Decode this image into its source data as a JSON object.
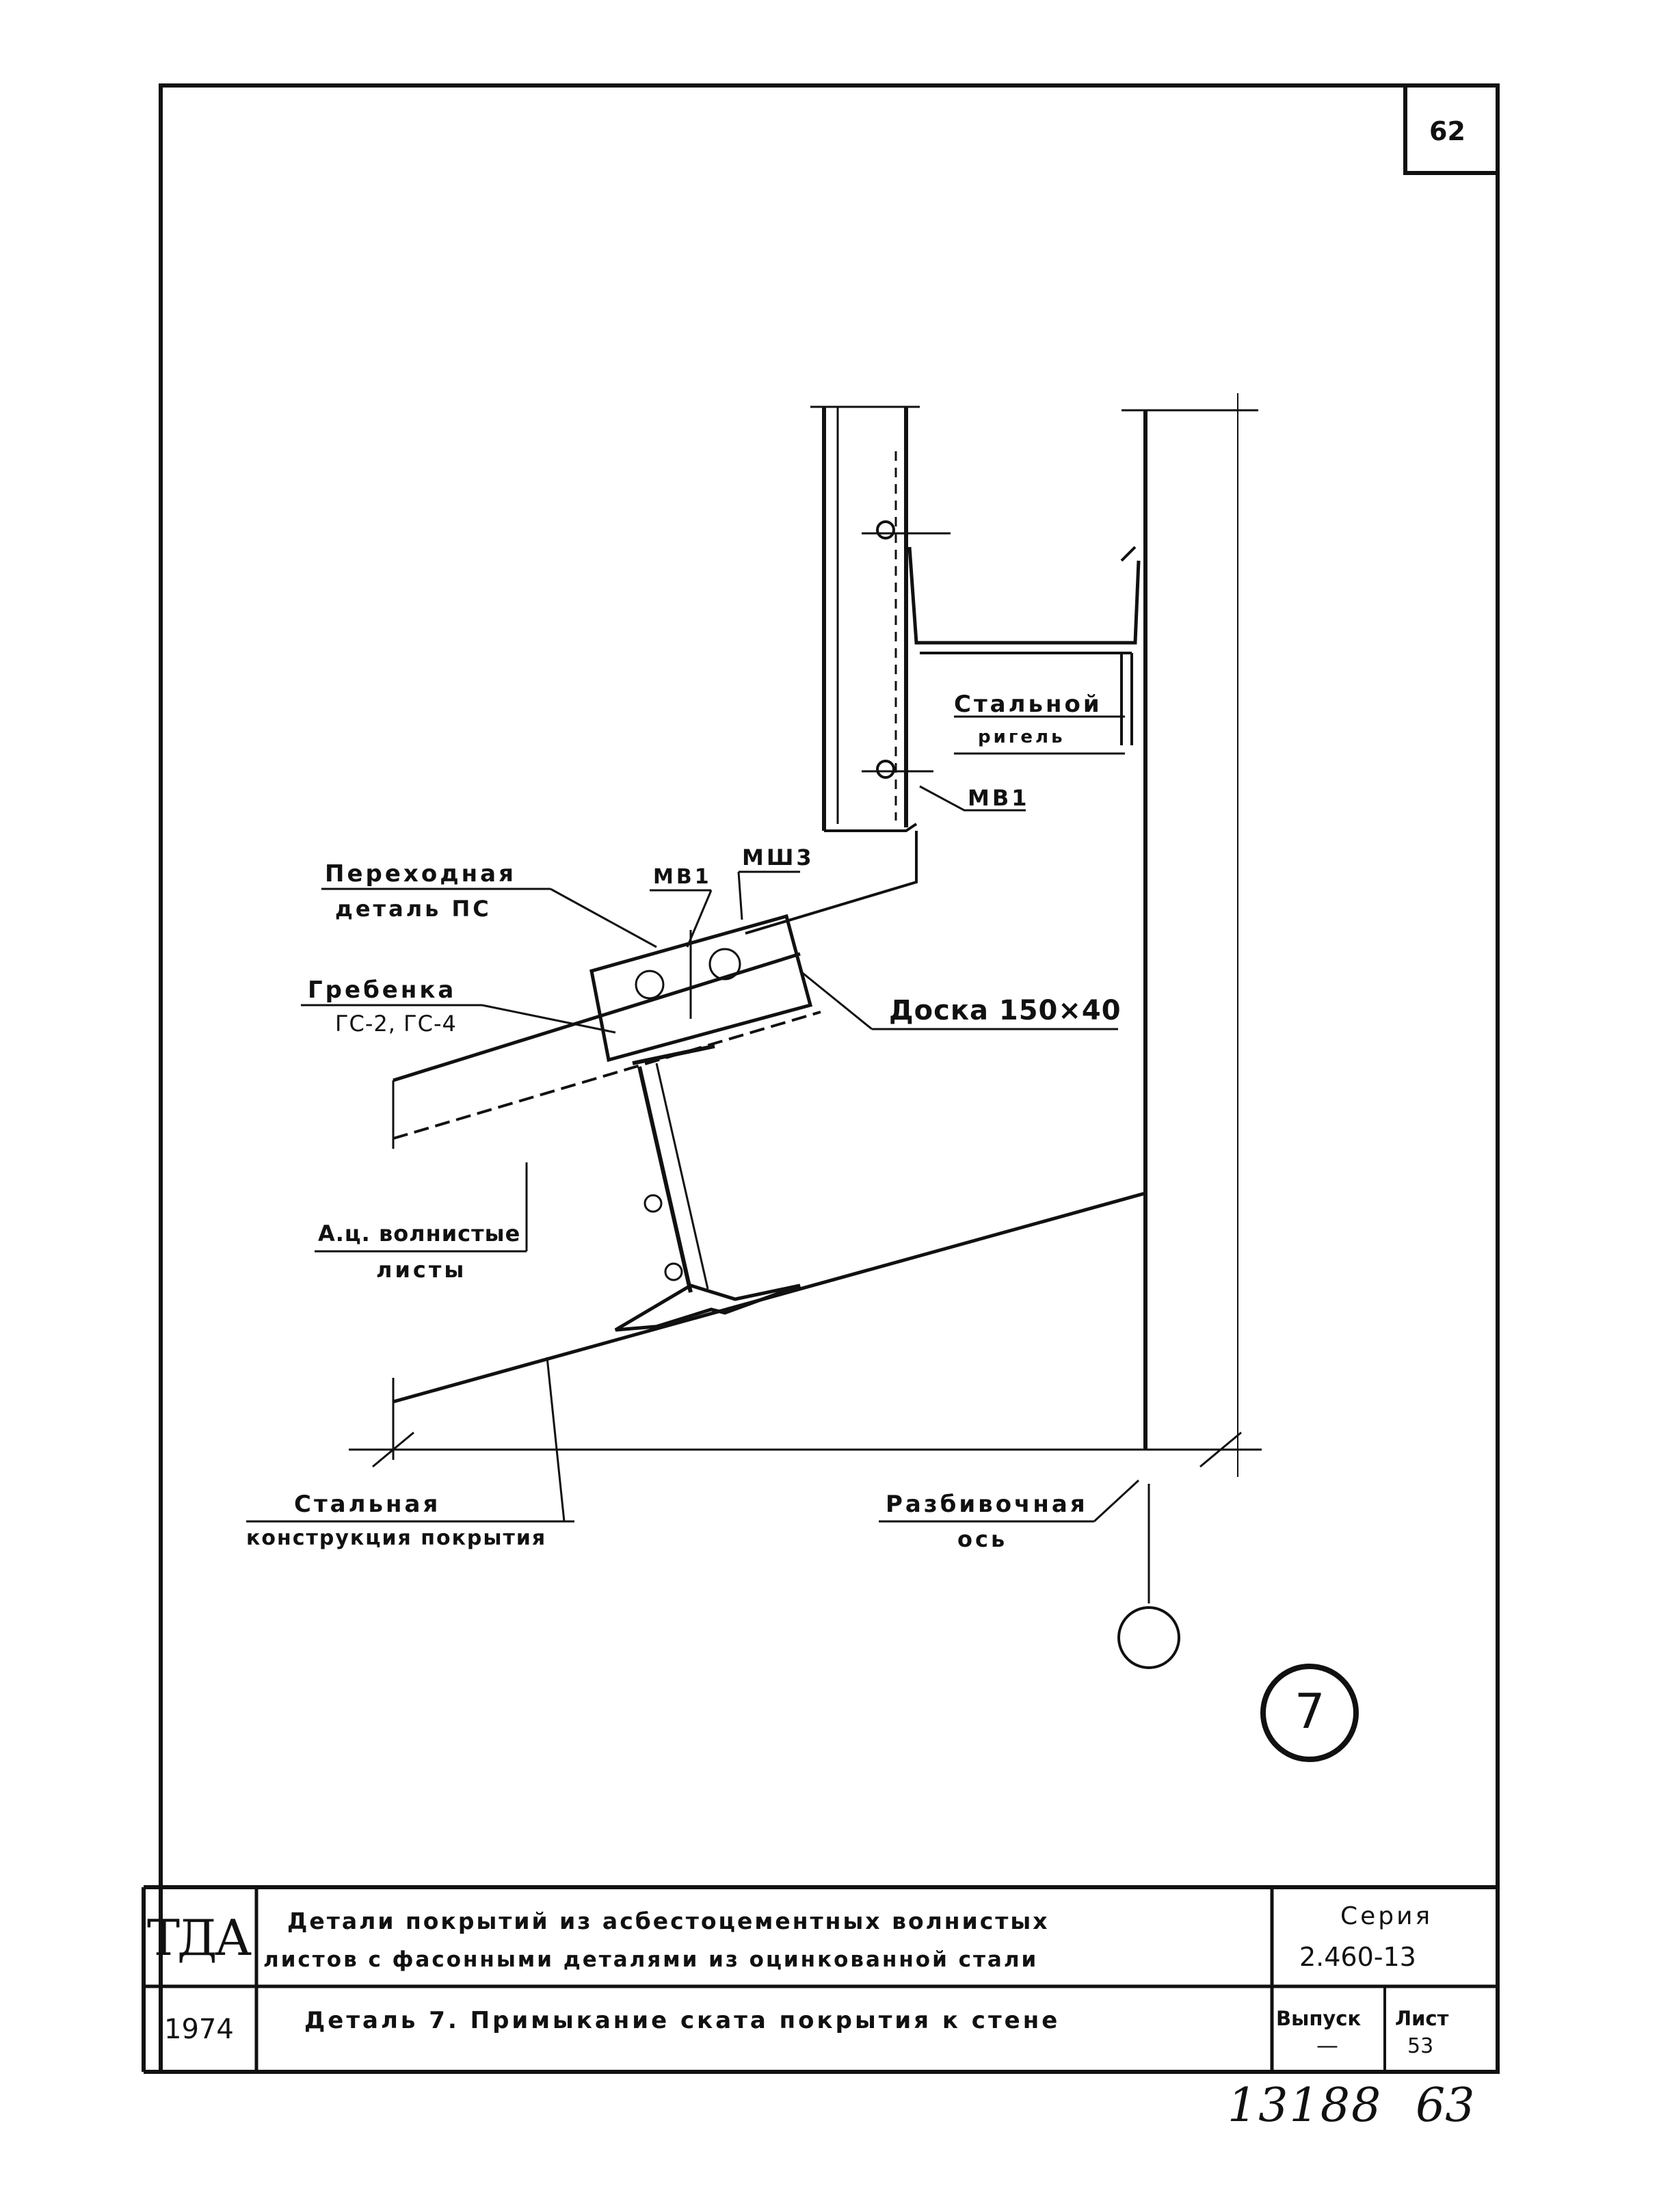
{
  "sheet": {
    "page_number": "62",
    "detail_number": "7"
  },
  "labels": {
    "steel_girt_line1": "Стальной",
    "steel_girt_line2": "ригель",
    "mv1_right": "МВ1",
    "transition_line1": "Переходная",
    "transition_line2": "деталь ПС",
    "mv1_top": "МВ1",
    "msh3": "МШ3",
    "comb_line1": "Гребенка",
    "comb_line2": "ГС-2, ГС-4",
    "board": "Доска 150×40",
    "sheets_line1": "А.ц. волнистые",
    "sheets_line2": "листы",
    "roof_struct_line1": "Стальная",
    "roof_struct_line2": "конструкция покрытия",
    "axis_line1": "Разбивочная",
    "axis_line2": "ось"
  },
  "title_block": {
    "org": "ТДА",
    "year": "1974",
    "title_line1": "Детали покрытий из асбестоцементных волнистых",
    "title_line2": "листов с фасонными деталями из оцинкованной стали",
    "detail_caption": "Деталь 7. Примыкание ската покрытия к стене",
    "series_label": "Серия",
    "series_value": "2.460-13",
    "issue_label": "Выпуск",
    "issue_value": "—",
    "sheet_label": "Лист",
    "sheet_value": "53"
  },
  "handwritten": {
    "archive_number": "13188",
    "page_number": "63"
  }
}
